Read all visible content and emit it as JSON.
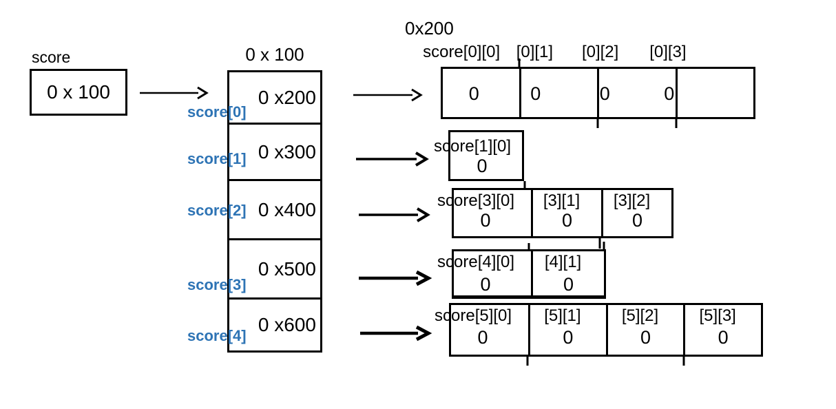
{
  "diagram": {
    "pointer": {
      "label": "score",
      "value": "0 x 100"
    },
    "pointer_array": {
      "address": "0 x 100",
      "cells": [
        {
          "value": "0 x200",
          "name": "score[0]"
        },
        {
          "value": "0 x300",
          "name": "score[1]"
        },
        {
          "value": "0 x400",
          "name": "score[2]"
        },
        {
          "value": "0 x500",
          "name": "score[3]"
        },
        {
          "value": "0 x600",
          "name": "score[4]"
        }
      ]
    },
    "rows": [
      {
        "address": "0x200",
        "labels": [
          "score[0][0]",
          "[0][1]",
          "[0][2]",
          "[0][3]"
        ],
        "values": [
          "0",
          "0",
          "0",
          "0"
        ]
      },
      {
        "labels": [
          "score[1][0]"
        ],
        "values": [
          "0"
        ]
      },
      {
        "labels": [
          "score[3][0]",
          "[3][1]",
          "[3][2]"
        ],
        "values": [
          "0",
          "0",
          "0"
        ]
      },
      {
        "labels": [
          "score[4][0]",
          "[4][1]"
        ],
        "values": [
          "0",
          "0"
        ]
      },
      {
        "labels": [
          "score[5][0]",
          "[5][1]",
          "[5][2]",
          "[5][3]"
        ],
        "values": [
          "0",
          "0",
          "0",
          "0"
        ]
      }
    ],
    "colors": {
      "label_blue": "#2E74B5",
      "line_black": "#000000",
      "background": "#FFFFFF"
    }
  }
}
